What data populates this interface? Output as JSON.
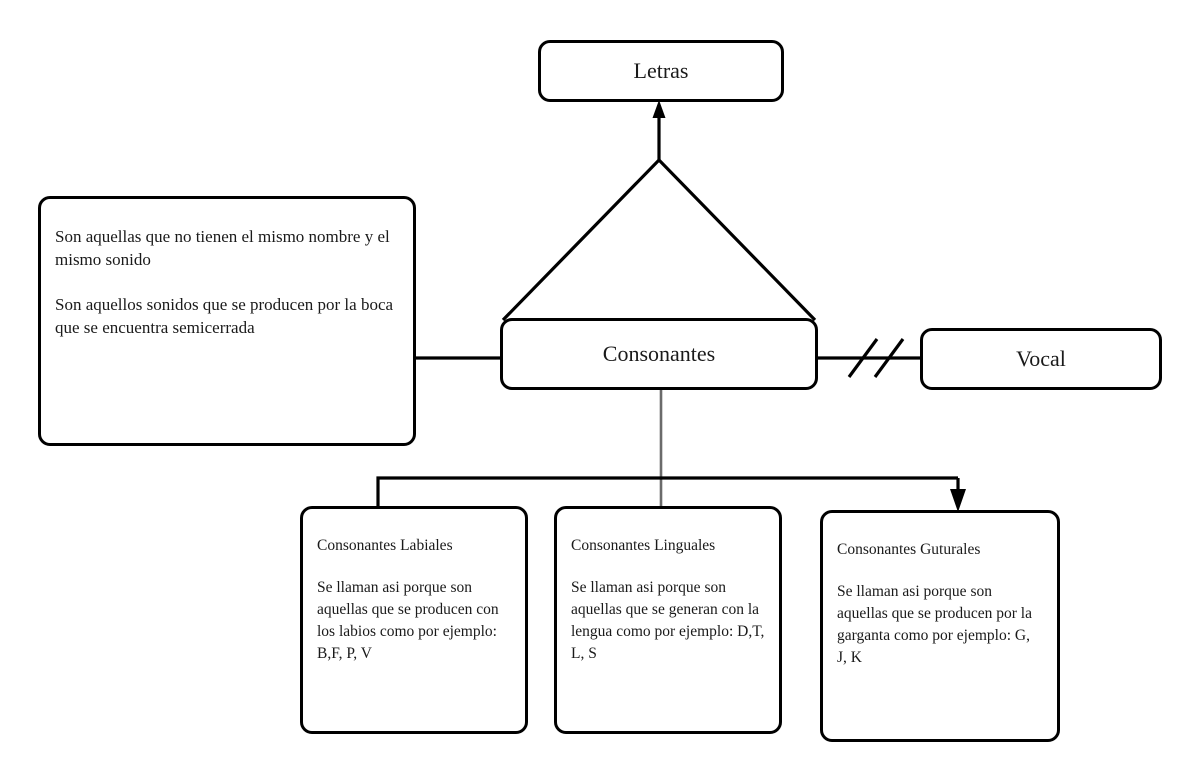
{
  "diagram": {
    "title_node": {
      "label": "Letras"
    },
    "main_node": {
      "label": "Consonantes"
    },
    "side_node": {
      "label": "Vocal"
    },
    "definition_note": {
      "paragraph_1": "Son aquellas que no tienen el mismo nombre y el mismo sonido",
      "paragraph_2": "Son aquellos sonidos que se producen por la boca que se encuentra semicerrada"
    },
    "leaves": [
      {
        "title": "Consonantes Labiales",
        "body": "Se llaman asi porque son aquellas que se producen con los labios como por ejemplo: B,F, P, V"
      },
      {
        "title": "Consonantes Linguales",
        "body": "Se llaman asi porque son aquellas que se generan con la lengua como por ejemplo: D,T, L, S"
      },
      {
        "title": "Consonantes Guturales",
        "body": "Se llaman asi porque son aquellas que se producen por la garganta como por ejemplo: G, J, K"
      }
    ],
    "colors": {
      "stroke": "#000000",
      "fill": "#ffffff",
      "text": "#1a1a1a",
      "muted_connector": "#6b6b6b"
    }
  }
}
